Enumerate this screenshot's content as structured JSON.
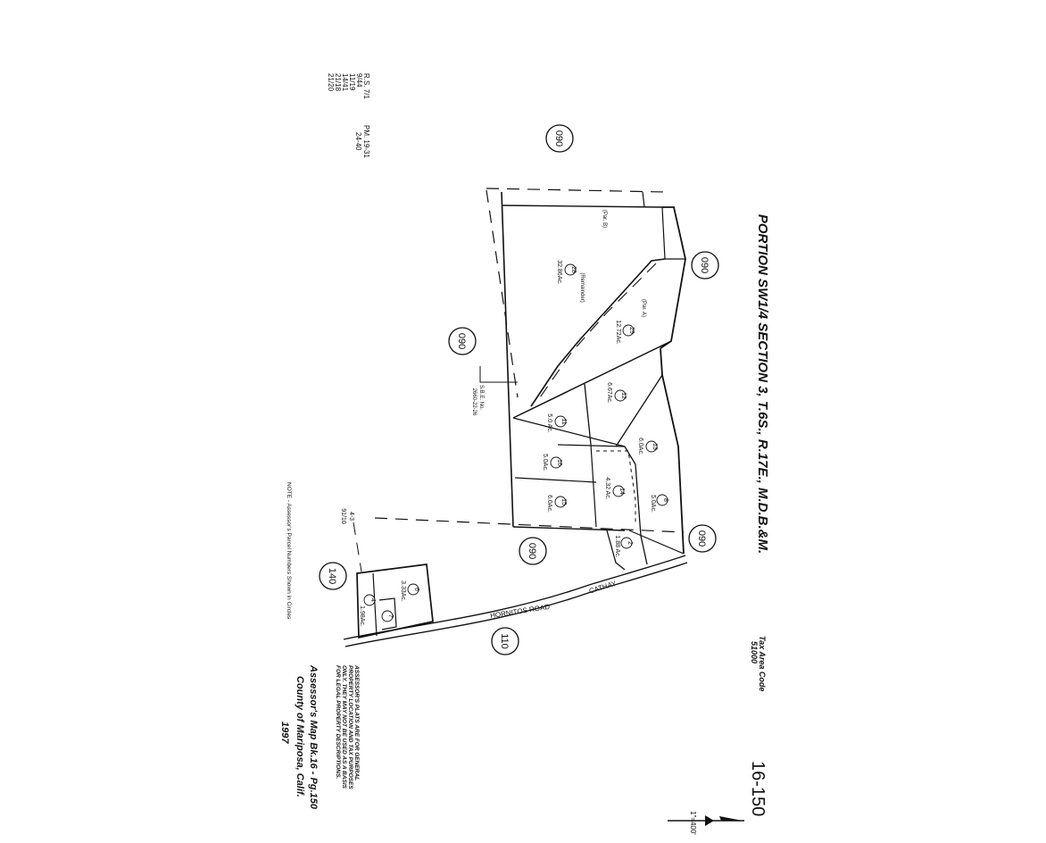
{
  "title": "PORTION SW1/4 SECTION 3, T.6S., R.17E., M.D.B.&M.",
  "tax_area": {
    "label": "Tax Area Code",
    "code": "51000"
  },
  "page_number": "16-150",
  "scale": "1\"=400'",
  "survey_refs": [
    "R.S. 7/1",
    "9/44",
    "11/19",
    "14/41",
    "21/18",
    "21/20"
  ],
  "parcel_map_refs": [
    "PM. 19-31",
    "24-40"
  ],
  "book_circles": [
    "090",
    "090",
    "090",
    "090",
    "090",
    "140",
    "110"
  ],
  "road_name": {
    "line1": "HORNITOS ROAD",
    "line2": "CATHAY"
  },
  "parcels": [
    {
      "num": "28",
      "area": "32.86Ac."
    },
    {
      "num": "29",
      "area": "12.72Ac."
    },
    {
      "num": "12",
      "area": "6.67Ac."
    },
    {
      "num": "11",
      "area": "5.0 Ac."
    },
    {
      "num": "13",
      "area": "6.0Ac."
    },
    {
      "num": "16",
      "area": "5.0Ac."
    },
    {
      "num": "14",
      "area": "4.32 Ac."
    },
    {
      "num": "15",
      "area": "6.0Ac."
    },
    {
      "num": "8",
      "area": "5.0Ac."
    },
    {
      "num": "2",
      "area": "1.88 Ac."
    },
    {
      "num": "6",
      "area": "3.33Ac."
    },
    {
      "num": "4",
      "area": "1.98Ac."
    },
    {
      "num": "7",
      "area": ""
    }
  ],
  "labels": {
    "remainder": "(Remainder)",
    "par_a": "(Par. A)",
    "par_b": "(Par. B)",
    "sbe": "S.B.E. No.",
    "sbe_no": "2660-22-26",
    "ref_a": "4-3",
    "ref_b": "91/10"
  },
  "note": "NOTE - Assessor's Parcel Numbers Shown in Circles",
  "disclaimer": [
    "ASSESSOR'S PLATS ARE FOR GENERAL",
    "PROPERTY LOCATION AND TAX PURPOSES",
    "ONLY. THEY MAY NOT BE USED AS A BASIS",
    "FOR LEGAL PROPERTY DESCRIPTIONS."
  ],
  "footer": {
    "line1": "Assessor's Map Bk.16 - Pg.150",
    "line2": "County of Mariposa, Calif.",
    "line3": "1997"
  }
}
